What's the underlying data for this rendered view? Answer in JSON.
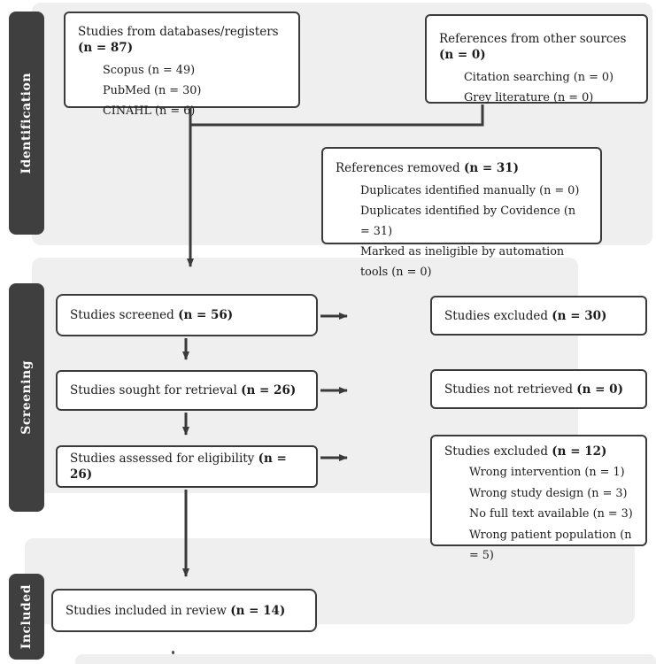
{
  "colors": {
    "panel": "#efefef",
    "box_border": "#3b3b3b",
    "sidebar": "#3f3f3f",
    "arrow": "#3a3a3a"
  },
  "sidebar": {
    "identification": "Identification",
    "screening": "Screening",
    "included": "Included"
  },
  "boxes": {
    "databases": {
      "title": "Studies from databases/registers",
      "n": "(n = 87)",
      "items": [
        "Scopus (n = 49)",
        "PubMed (n = 30)",
        "CINAHL (n = 6)"
      ]
    },
    "other_sources": {
      "title": "References from other sources",
      "n": "(n = 0)",
      "items": [
        "Citation searching (n = 0)",
        "Grey literature (n = 0)"
      ]
    },
    "references_removed": {
      "title": "References removed",
      "n": "(n = 31)",
      "items": [
        "Duplicates identified manually (n = 0)",
        "Duplicates identified by Covidence (n = 31)",
        "Marked as ineligible by automation tools (n = 0)"
      ]
    },
    "screened": {
      "title": "Studies screened",
      "n": "(n = 56)"
    },
    "excluded_screening": {
      "title": "Studies excluded",
      "n": "(n = 30)"
    },
    "sought": {
      "title": "Studies sought for retrieval",
      "n": "(n = 26)"
    },
    "not_retrieved": {
      "title": "Studies not retrieved",
      "n": "(n = 0)"
    },
    "assessed": {
      "title": "Studies assessed for eligibility",
      "n": "(n = 26)"
    },
    "excluded_eligibility": {
      "title": "Studies excluded",
      "n": "(n = 12)",
      "items": [
        "Wrong intervention (n = 1)",
        "Wrong study design (n = 3)",
        "No full text available (n = 3)",
        "Wrong patient population (n = 5)"
      ]
    },
    "included_review": {
      "title": "Studies included in review",
      "n": "(n = 14)"
    }
  }
}
